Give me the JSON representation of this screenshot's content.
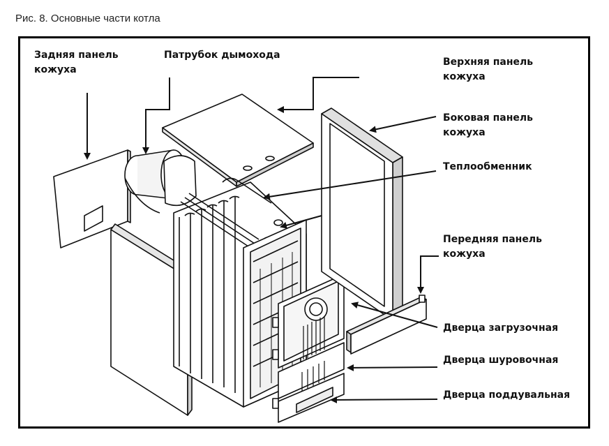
{
  "caption": "Рис. 8. Основные части котла",
  "labels": {
    "rear_panel": {
      "line1": "Задняя панель",
      "line2": "кожуха"
    },
    "flue_pipe": {
      "line1": "Патрубок дымохода"
    },
    "top_panel": {
      "line1": "Верхняя панель",
      "line2": "кожуха"
    },
    "side_panel": {
      "line1": "Боковая панель",
      "line2": "кожуха"
    },
    "heat_exchanger": {
      "line1": "Теплообменник"
    },
    "front_panel": {
      "line1": "Передняя панель",
      "line2": "кожуха"
    },
    "loading_door": {
      "line1": "Дверца загрузочная"
    },
    "poker_door": {
      "line1": "Дверца шуровочная"
    },
    "ash_door": {
      "line1": "Дверца поддувальная"
    }
  }
}
